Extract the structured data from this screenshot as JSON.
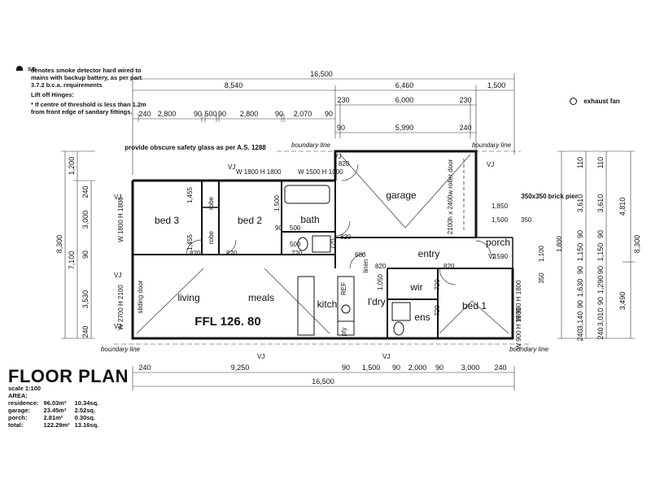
{
  "notes": {
    "smoke_symbol": "S/D",
    "smoke_text": "denotes smoke detector hard wired to mains with backup battery, as per part 3.7.2 b.c.a. requirements",
    "hinges_title": "Lift off Hinges:",
    "hinges_text": "* If centre of threshold is less than 1.2m from front edge of sanitary fittings.",
    "exhaust": "exhaust fan",
    "glass_note": "provide obscure safety glass as per A.S. 1288",
    "boundary": "boundary line",
    "pier": "350x350 brick pier",
    "sliding": "sliding door",
    "roller": "2100h x 2400w roller door",
    "ffl": "FFL 126. 80",
    "vj": "VJ"
  },
  "title": "FLOOR PLAN",
  "scale": "scale 1:100",
  "area": {
    "heading": "AREA:",
    "rows": [
      {
        "label": "residence:",
        "m2": "96.03m²",
        "sq": "10.34sq."
      },
      {
        "label": "garage:",
        "m2": "23.45m²",
        "sq": "2.52sq."
      },
      {
        "label": "porch:",
        "m2": "2.81m²",
        "sq": "0.30sq."
      },
      {
        "label": "total:",
        "m2": "122.29m²",
        "sq": "13.16sq."
      }
    ]
  },
  "rooms": {
    "bed3": "bed 3",
    "bed2": "bed 2",
    "bath": "bath",
    "garage": "garage",
    "entry": "entry",
    "porch": "porch",
    "living": "living",
    "meals": "meals",
    "kitch": "kitch",
    "ldry": "l'dry",
    "wir": "wir",
    "ens": "ens",
    "bed1": "bed 1",
    "robe": "robe",
    "linen": "linen",
    "ref": "REF",
    "pty": "pty"
  },
  "windows": {
    "w1": "W 1800 H 1800",
    "w2": "W 1500 H 1000",
    "w3": "W 1800 H 1800",
    "w4": "W 2700 H 2100",
    "w5": "W 900 H 1800",
    "w6": "W 900 H 1800"
  },
  "dims": {
    "top_total": "16,500",
    "top_a": "8,540",
    "top_b": "6,460",
    "top_c": "1,500",
    "top_d": "230",
    "top_e": "6,000",
    "top_f": "230",
    "top_g": "90",
    "top_h": "5,990",
    "top_i": "240",
    "r1": [
      "240",
      "2,800",
      "90",
      "500",
      "90",
      "2,800",
      "90",
      "2,070",
      "90"
    ],
    "bot_a": [
      "240",
      "9,250",
      "90",
      "1,500",
      "90",
      "2,000",
      "90",
      "3,000",
      "240"
    ],
    "bot_total": "16,500",
    "left_total": "8,300",
    "left_a": "1,200",
    "left_b": "7,100",
    "left_c": [
      "240",
      "3,000",
      "90",
      "3,530",
      "240"
    ],
    "right_total": "8,300",
    "right_a": "4,810",
    "right_b": "3,490",
    "right_c": [
      "110",
      "3,610",
      "90",
      "1,150",
      "90",
      "1,290",
      "90",
      "3,010",
      "240"
    ],
    "right_d": [
      "110",
      "3,610",
      "90",
      "1,150",
      "90",
      "1,630",
      "90",
      "3,140",
      "240"
    ],
    "inner": {
      "d1455a": "1,455",
      "d1455b": "1,455",
      "d1500": "1,500",
      "d500a": "500",
      "d500b": "500",
      "d820a": "820",
      "d820b": "820",
      "d820c": "820",
      "d820d": "820",
      "d820e": "820",
      "d820f": "820",
      "d720a": "720",
      "d720b": "720",
      "d720c": "720",
      "d720d": "720",
      "d680": "680",
      "d1050": "1,050",
      "d1850": "1,850",
      "d1500b": "1,500",
      "d350a": "350",
      "d350b": "350",
      "d1100": "1,100",
      "d1800": "1,800",
      "d1590": "1,590",
      "d90": "90"
    }
  }
}
